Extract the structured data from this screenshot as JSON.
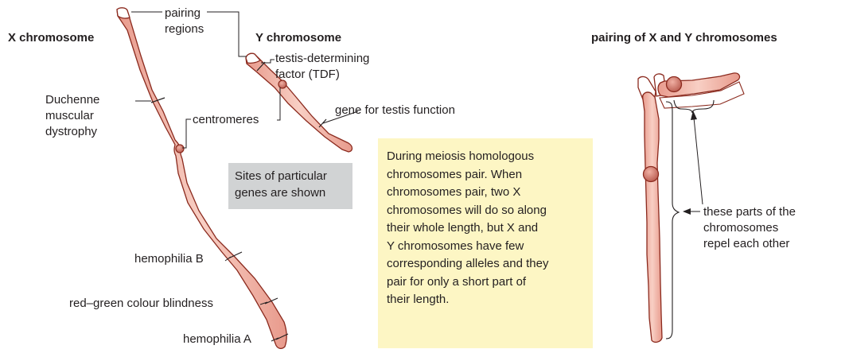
{
  "headings": {
    "x_chromosome": "X chromosome",
    "y_chromosome": "Y chromosome",
    "pairing": "pairing of X and Y chromosomes"
  },
  "labels": {
    "pairing_regions": [
      "pairing",
      "regions"
    ],
    "tdf": [
      "testis-determining",
      "factor (TDF)"
    ],
    "centromeres": "centromeres",
    "testis_function": "gene for testis function",
    "duchenne": [
      "Duchenne",
      "muscular",
      "dystrophy"
    ],
    "hemophilia_b": "hemophilia B",
    "colour_blindness": "red–green colour blindness",
    "hemophilia_a": "hemophilia A",
    "repel": [
      "these parts of the",
      "chromosomes",
      "repel each other"
    ]
  },
  "boxes": {
    "genes_note": [
      "Sites of particular",
      "genes are shown"
    ],
    "meiosis_note": [
      "During meiosis homologous",
      "chromosomes pair. When",
      "chromosomes pair, two X",
      "chromosomes will do so along",
      "their whole length, but X and",
      "Y chromosomes have few",
      "corresponding alleles and they",
      "pair for only a short part of",
      "their length."
    ]
  },
  "colors": {
    "chromosome_fill": "#f2b8aa",
    "chromosome_stroke": "#8b2a1e",
    "centromere_fill": "#c9746a",
    "genes_box": "#d1d3d4",
    "meiosis_box": "#fdf6c4"
  }
}
